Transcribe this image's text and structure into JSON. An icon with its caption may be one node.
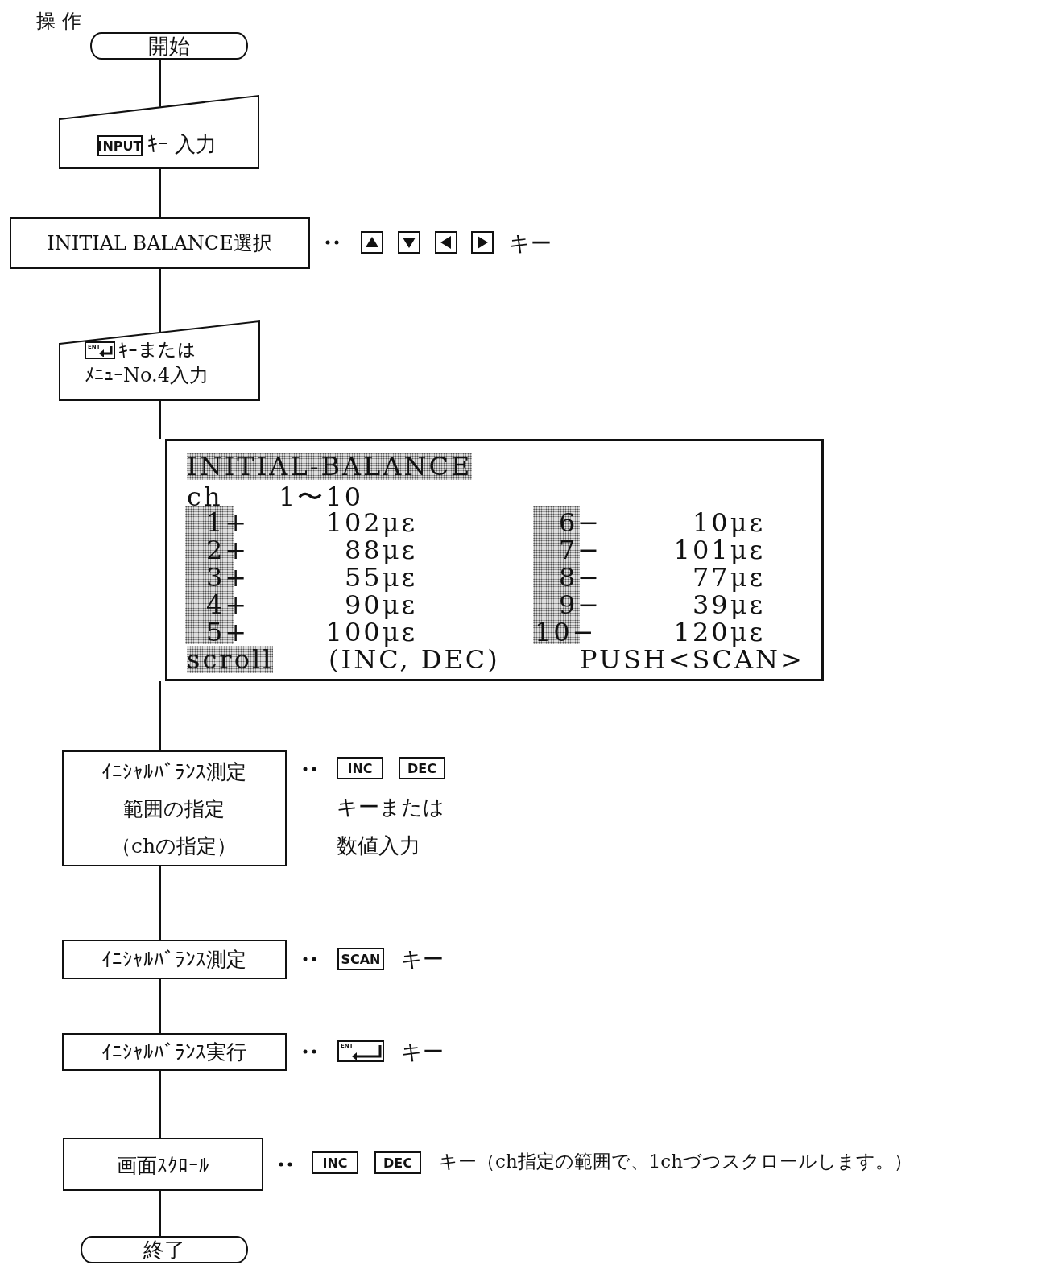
{
  "diagram": {
    "nodes": [
      {
        "text": [
          "開始"
        ]
      },
      {
        "text": [
          "ｷｰ 入力"
        ]
      },
      {
        "text": [
          "INPUT"
        ],
        "in": 1
      },
      {
        "text": [
          "INITIAL BALANCE選択"
        ]
      },
      {
        "text": [
          "ｷｰまたは",
          "ﾒﾆｭｰNo.4入力"
        ]
      },
      {
        "text": [
          "ENT"
        ],
        "in": 4
      },
      {
        "text": [
          "INITIAL-BALANCE",
          "ch",
          "1〜10",
          "1+",
          "102με",
          "6−",
          "10με",
          "2+",
          "88με",
          "7−",
          "101με",
          "3+",
          "55με",
          "8−",
          "77με",
          "4+",
          "90με",
          "9−",
          "39με",
          "5+",
          "100με",
          "10−",
          "120με",
          "scroll",
          "(INC, DEC)",
          "PUSH<SCAN>"
        ]
      },
      {
        "text": [
          "ｲﾆｼｬﾙﾊﾞﾗﾝｽ測定",
          "範囲の指定",
          "（chの指定）"
        ]
      },
      {
        "text": [
          "INC"
        ]
      },
      {
        "text": [
          "DEC"
        ]
      },
      {
        "text": [
          "ｲﾆｼｬﾙﾊﾞﾗﾝｽ測定"
        ]
      },
      {
        "text": [
          "SCAN"
        ]
      },
      {
        "text": [
          "ｲﾆｼｬﾙﾊﾞﾗﾝｽ実行"
        ]
      },
      {
        "text": [
          "ENT"
        ]
      },
      {
        "text": [
          "画面ｽｸﾛｰﾙ"
        ]
      },
      {
        "text": [
          "INC"
        ]
      },
      {
        "text": [
          "DEC"
        ]
      },
      {
        "text": [
          "終了"
        ]
      }
    ],
    "edges": [
      {
        "from": 0,
        "to": 1,
        "arrow": "none"
      },
      {
        "from": 1,
        "to": 3,
        "arrow": "none"
      },
      {
        "from": 3,
        "to": 4,
        "arrow": "none"
      },
      {
        "from": 4,
        "to": 6,
        "arrow": "none"
      },
      {
        "from": 6,
        "to": 7,
        "arrow": "none"
      },
      {
        "from": 7,
        "to": 10,
        "arrow": "none"
      },
      {
        "from": 10,
        "to": 12,
        "arrow": "none"
      },
      {
        "from": 12,
        "to": 14,
        "arrow": "none"
      },
      {
        "from": 14,
        "to": 17,
        "arrow": "none"
      }
    ],
    "labels": [
      "操 作",
      "キー",
      "キーまたは",
      "数値入力",
      "キー",
      "キー",
      "キー（ch指定の範囲で、1chづつスクロールします。）"
    ]
  }
}
